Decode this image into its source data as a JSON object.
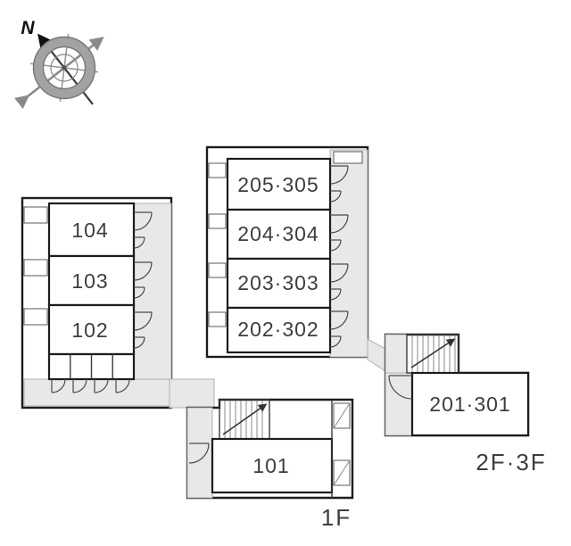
{
  "compass": {
    "north_label": "N"
  },
  "left_building": {
    "rooms": [
      {
        "label": "104"
      },
      {
        "label": "103"
      },
      {
        "label": "102"
      }
    ]
  },
  "middle_building": {
    "rooms": [
      {
        "label": "205·305"
      },
      {
        "label": "204·304"
      },
      {
        "label": "203·303"
      },
      {
        "label": "202·302"
      }
    ]
  },
  "first_floor": {
    "room": {
      "label": "101"
    },
    "floor_label": "1F"
  },
  "upper_floors": {
    "room": {
      "label": "201·301"
    },
    "floor_label": "2F·3F"
  },
  "colors": {
    "wall": "#1c1c1c",
    "corridor_fill": "#e8e8e8",
    "room_fill": "#ffffff",
    "label": "#3d3d3d"
  }
}
